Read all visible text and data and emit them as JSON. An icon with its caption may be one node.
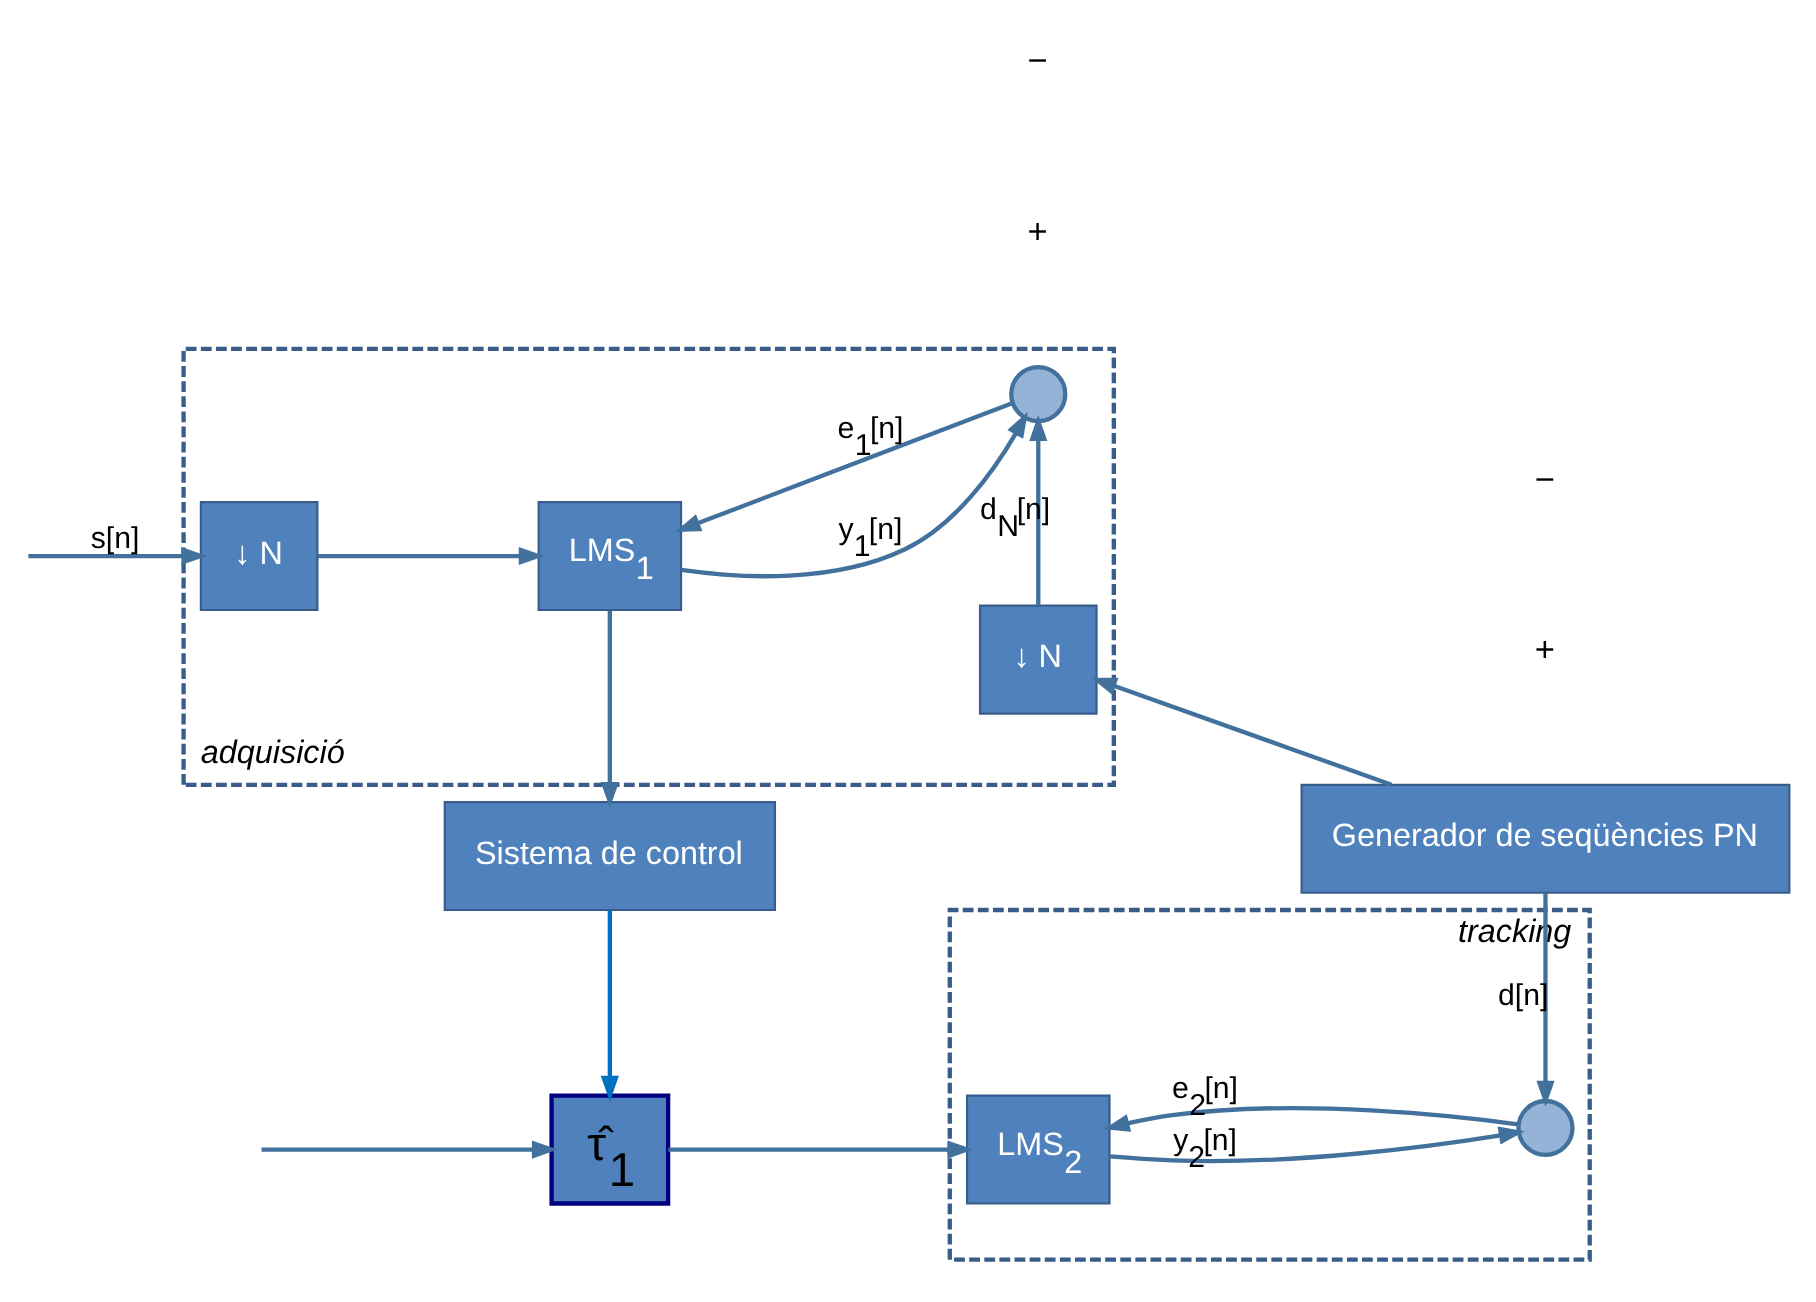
{
  "diagram": {
    "nodes": [
      {
        "text": [
          "tracking"
        ]
      },
      {
        "text": [
          "LMS$_{2}$"
        ],
        "in": 0
      },
      {
        "text": [],
        "shape": "circle",
        "in": 0
      },
      {
        "text": [
          "τ̂$_{1}$"
        ]
      },
      {
        "text": [
          "Sistema de control"
        ]
      },
      {
        "text": [
          "adquisició"
        ]
      },
      {
        "text": [
          "↓ N"
        ],
        "in": 5
      },
      {
        "text": [
          "LMS$_{1}$"
        ],
        "in": 5
      },
      {
        "text": [],
        "shape": "circle",
        "in": 5
      },
      {
        "text": [
          "↓ N"
        ],
        "in": 5
      },
      {
        "text": [
          "Generador de seqüències PN"
        ]
      }
    ],
    "edges": [
      {
        "from": null,
        "to": 6,
        "arrow": "to",
        "label": "s[n]"
      },
      {
        "from": null,
        "to": 3,
        "arrow": "to"
      },
      {
        "from": 6,
        "to": 7,
        "arrow": "to"
      },
      {
        "from": 7,
        "to": 8,
        "arrow": "to",
        "label": "y$_{1}$[n]"
      },
      {
        "from": 8,
        "to": 7,
        "arrow": "to",
        "label": "e$_{1}$[n]"
      },
      {
        "from": 9,
        "to": 8,
        "arrow": "to",
        "label": "d$_{N}$[n]"
      },
      {
        "from": 10,
        "to": 9,
        "arrow": "to"
      },
      {
        "from": 10,
        "to": 2,
        "arrow": "to",
        "label": "d[n]"
      },
      {
        "from": 7,
        "to": 4,
        "arrow": "to"
      },
      {
        "from": 4,
        "to": 3,
        "arrow": "to",
        "color": "#0070c0"
      },
      {
        "from": 3,
        "to": 1,
        "arrow": "to"
      },
      {
        "from": 1,
        "to": 2,
        "arrow": "to",
        "label": "y$_{2}$[n]"
      },
      {
        "from": 2,
        "to": 1,
        "arrow": "to",
        "label": "e$_{2}$[n]"
      }
    ],
    "labels": [
      "+",
      "−",
      "+",
      "−"
    ]
  }
}
